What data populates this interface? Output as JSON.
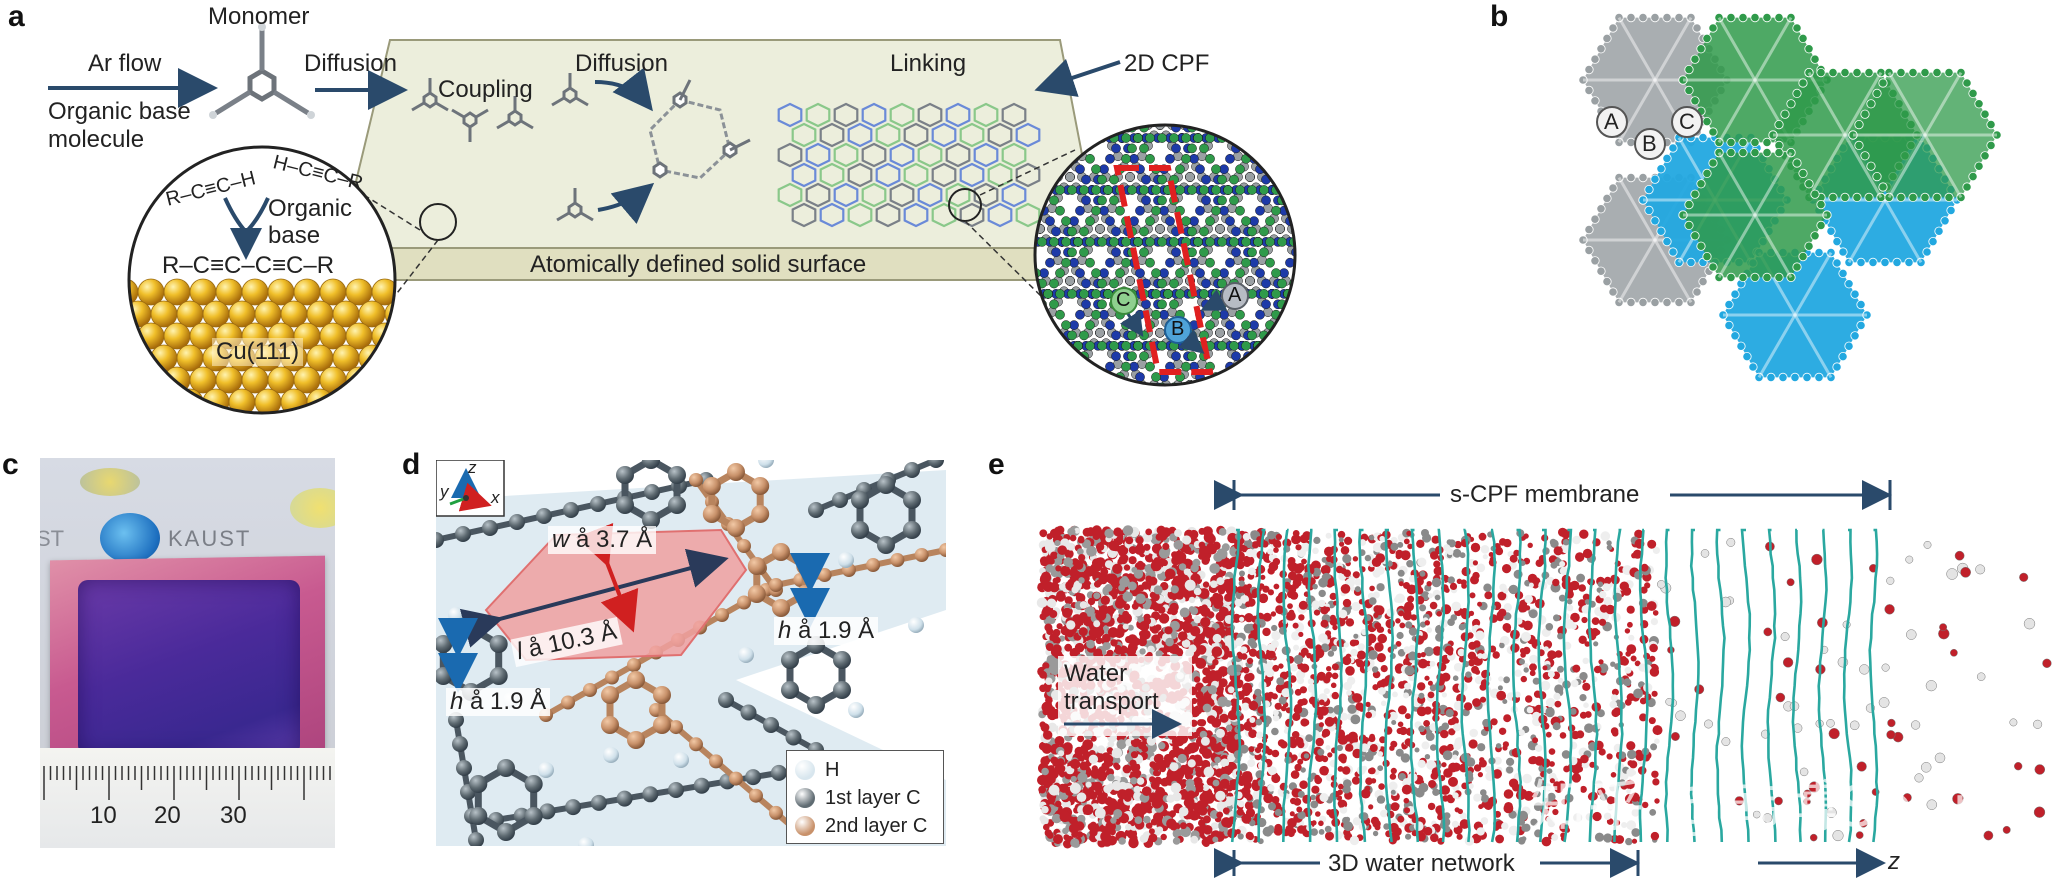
{
  "panels": {
    "a": {
      "letter": "a",
      "ar_flow": "Ar flow",
      "monomer": "Monomer",
      "organic_base_molecule_1": "Organic base",
      "organic_base_molecule_2": "molecule",
      "diffusion_1": "Diffusion",
      "coupling": "Coupling",
      "diffusion_2": "Diffusion",
      "linking": "Linking",
      "cpf": "2D CPF",
      "surface": "Atomically defined solid surface",
      "reactant_left": "R–C≡C–H",
      "reactant_right": "H–C≡C–R",
      "organic_1": "Organic",
      "organic_2": "base",
      "product": "R–C≡C–C≡C–R",
      "substrate": "Cu(111)",
      "site_a": "A",
      "site_b": "B",
      "site_c": "C"
    },
    "b": {
      "letter": "b",
      "site_a": "A",
      "site_b": "B",
      "site_c": "C"
    },
    "c": {
      "letter": "c",
      "logo_text_1": "KAUST",
      "logo_text_2": "ST",
      "logo_text_3": "ST",
      "ruler_10": "10",
      "ruler_20": "20",
      "ruler_30": "30"
    },
    "d": {
      "letter": "d",
      "axis_z": "z",
      "axis_y": "y",
      "axis_x": "x",
      "w_label": "w",
      "w_value": "å 3.7 Å",
      "l_label": "l",
      "l_value": "å 10.3 Å",
      "h_label_1": "h",
      "h_value_1": "å 1.9 Å",
      "h_label_2": "h",
      "h_value_2": "å 1.9 Å",
      "legend": [
        {
          "label": "H",
          "color": "#d8e6ee"
        },
        {
          "label": "1st layer C",
          "color": "#5f6b72"
        },
        {
          "label": "2nd layer C",
          "color": "#c8916a"
        }
      ]
    },
    "e": {
      "letter": "e",
      "membrane": "s-CPF membrane",
      "water_transport_1": "Water",
      "water_transport_2": "transport",
      "network": "3D water network",
      "axis_z": "z"
    }
  },
  "watermark": "知乎 @韩博Spurs",
  "colors": {
    "accent_blue": "#2a4a6b",
    "green_layer": "#2f9a4a",
    "blue_layer": "#1d3aa8",
    "grey_layer": "#9aa0a3",
    "cyan_layer": "#22a8e0",
    "red_dash": "#e02020",
    "gold": "#e8b020",
    "water_red": "#c0202a",
    "membrane_teal": "#2aa8a0"
  }
}
